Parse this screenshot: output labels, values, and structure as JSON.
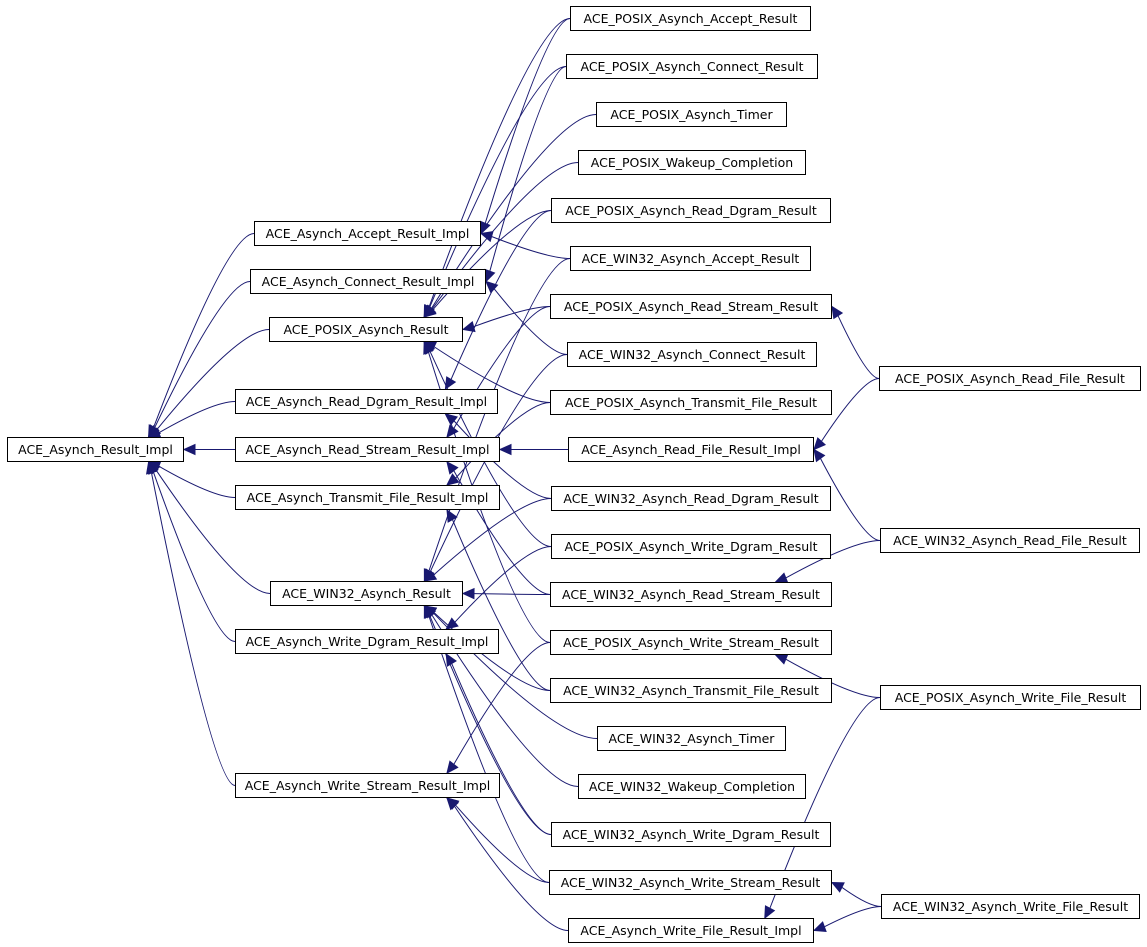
{
  "diagram": {
    "edge_color": "#191970",
    "nodes": [
      {
        "id": "ace_asynch_result_impl",
        "label": "ACE_Asynch_Result_Impl"
      },
      {
        "id": "ace_asynch_accept_result_impl",
        "label": "ACE_Asynch_Accept_Result_Impl"
      },
      {
        "id": "ace_asynch_connect_result_impl",
        "label": "ACE_Asynch_Connect_Result_Impl"
      },
      {
        "id": "ace_posix_asynch_result",
        "label": "ACE_POSIX_Asynch_Result"
      },
      {
        "id": "ace_asynch_read_dgram_result_impl",
        "label": "ACE_Asynch_Read_Dgram_Result_Impl"
      },
      {
        "id": "ace_asynch_read_stream_result_impl",
        "label": "ACE_Asynch_Read_Stream_Result_Impl"
      },
      {
        "id": "ace_asynch_transmit_file_result_impl",
        "label": "ACE_Asynch_Transmit_File_Result_Impl"
      },
      {
        "id": "ace_win32_asynch_result",
        "label": "ACE_WIN32_Asynch_Result"
      },
      {
        "id": "ace_asynch_write_dgram_result_impl",
        "label": "ACE_Asynch_Write_Dgram_Result_Impl"
      },
      {
        "id": "ace_asynch_write_stream_result_impl",
        "label": "ACE_Asynch_Write_Stream_Result_Impl"
      },
      {
        "id": "ace_posix_asynch_accept_result",
        "label": "ACE_POSIX_Asynch_Accept_Result"
      },
      {
        "id": "ace_posix_asynch_connect_result",
        "label": "ACE_POSIX_Asynch_Connect_Result"
      },
      {
        "id": "ace_posix_asynch_timer",
        "label": "ACE_POSIX_Asynch_Timer"
      },
      {
        "id": "ace_posix_wakeup_completion",
        "label": "ACE_POSIX_Wakeup_Completion"
      },
      {
        "id": "ace_posix_asynch_read_dgram_result",
        "label": "ACE_POSIX_Asynch_Read_Dgram_Result"
      },
      {
        "id": "ace_win32_asynch_accept_result",
        "label": "ACE_WIN32_Asynch_Accept_Result"
      },
      {
        "id": "ace_posix_asynch_read_stream_result",
        "label": "ACE_POSIX_Asynch_Read_Stream_Result"
      },
      {
        "id": "ace_win32_asynch_connect_result",
        "label": "ACE_WIN32_Asynch_Connect_Result"
      },
      {
        "id": "ace_posix_asynch_transmit_file_result",
        "label": "ACE_POSIX_Asynch_Transmit_File_Result"
      },
      {
        "id": "ace_asynch_read_file_result_impl",
        "label": "ACE_Asynch_Read_File_Result_Impl"
      },
      {
        "id": "ace_win32_asynch_read_dgram_result",
        "label": "ACE_WIN32_Asynch_Read_Dgram_Result"
      },
      {
        "id": "ace_posix_asynch_write_dgram_result",
        "label": "ACE_POSIX_Asynch_Write_Dgram_Result"
      },
      {
        "id": "ace_win32_asynch_read_stream_result",
        "label": "ACE_WIN32_Asynch_Read_Stream_Result"
      },
      {
        "id": "ace_posix_asynch_write_stream_result",
        "label": "ACE_POSIX_Asynch_Write_Stream_Result"
      },
      {
        "id": "ace_win32_asynch_transmit_file_result",
        "label": "ACE_WIN32_Asynch_Transmit_File_Result"
      },
      {
        "id": "ace_win32_asynch_timer",
        "label": "ACE_WIN32_Asynch_Timer"
      },
      {
        "id": "ace_win32_wakeup_completion",
        "label": "ACE_WIN32_Wakeup_Completion"
      },
      {
        "id": "ace_win32_asynch_write_dgram_result",
        "label": "ACE_WIN32_Asynch_Write_Dgram_Result"
      },
      {
        "id": "ace_win32_asynch_write_stream_result",
        "label": "ACE_WIN32_Asynch_Write_Stream_Result"
      },
      {
        "id": "ace_asynch_write_file_result_impl",
        "label": "ACE_Asynch_Write_File_Result_Impl"
      },
      {
        "id": "ace_posix_asynch_read_file_result",
        "label": "ACE_POSIX_Asynch_Read_File_Result"
      },
      {
        "id": "ace_win32_asynch_read_file_result",
        "label": "ACE_WIN32_Asynch_Read_File_Result"
      },
      {
        "id": "ace_posix_asynch_write_file_result",
        "label": "ACE_POSIX_Asynch_Write_File_Result"
      },
      {
        "id": "ace_win32_asynch_write_file_result",
        "label": "ACE_WIN32_Asynch_Write_File_Result"
      }
    ],
    "edges": [
      {
        "from": "ace_asynch_accept_result_impl",
        "to": "ace_asynch_result_impl"
      },
      {
        "from": "ace_asynch_connect_result_impl",
        "to": "ace_asynch_result_impl"
      },
      {
        "from": "ace_posix_asynch_result",
        "to": "ace_asynch_result_impl"
      },
      {
        "from": "ace_asynch_read_dgram_result_impl",
        "to": "ace_asynch_result_impl"
      },
      {
        "from": "ace_asynch_read_stream_result_impl",
        "to": "ace_asynch_result_impl"
      },
      {
        "from": "ace_asynch_transmit_file_result_impl",
        "to": "ace_asynch_result_impl"
      },
      {
        "from": "ace_win32_asynch_result",
        "to": "ace_asynch_result_impl"
      },
      {
        "from": "ace_asynch_write_dgram_result_impl",
        "to": "ace_asynch_result_impl"
      },
      {
        "from": "ace_asynch_write_stream_result_impl",
        "to": "ace_asynch_result_impl"
      },
      {
        "from": "ace_posix_asynch_accept_result",
        "to": "ace_asynch_accept_result_impl"
      },
      {
        "from": "ace_posix_asynch_accept_result",
        "to": "ace_posix_asynch_result"
      },
      {
        "from": "ace_posix_asynch_connect_result",
        "to": "ace_asynch_connect_result_impl"
      },
      {
        "from": "ace_posix_asynch_connect_result",
        "to": "ace_posix_asynch_result"
      },
      {
        "from": "ace_posix_asynch_timer",
        "to": "ace_posix_asynch_result"
      },
      {
        "from": "ace_posix_wakeup_completion",
        "to": "ace_posix_asynch_result"
      },
      {
        "from": "ace_posix_asynch_read_dgram_result",
        "to": "ace_posix_asynch_result"
      },
      {
        "from": "ace_posix_asynch_read_dgram_result",
        "to": "ace_asynch_read_dgram_result_impl"
      },
      {
        "from": "ace_win32_asynch_accept_result",
        "to": "ace_asynch_accept_result_impl"
      },
      {
        "from": "ace_win32_asynch_accept_result",
        "to": "ace_win32_asynch_result"
      },
      {
        "from": "ace_posix_asynch_read_stream_result",
        "to": "ace_posix_asynch_result"
      },
      {
        "from": "ace_posix_asynch_read_stream_result",
        "to": "ace_asynch_read_stream_result_impl"
      },
      {
        "from": "ace_win32_asynch_connect_result",
        "to": "ace_asynch_connect_result_impl"
      },
      {
        "from": "ace_win32_asynch_connect_result",
        "to": "ace_win32_asynch_result"
      },
      {
        "from": "ace_posix_asynch_transmit_file_result",
        "to": "ace_posix_asynch_result"
      },
      {
        "from": "ace_posix_asynch_transmit_file_result",
        "to": "ace_asynch_transmit_file_result_impl"
      },
      {
        "from": "ace_asynch_read_file_result_impl",
        "to": "ace_asynch_read_stream_result_impl"
      },
      {
        "from": "ace_win32_asynch_read_dgram_result",
        "to": "ace_asynch_read_dgram_result_impl"
      },
      {
        "from": "ace_win32_asynch_read_dgram_result",
        "to": "ace_win32_asynch_result"
      },
      {
        "from": "ace_posix_asynch_write_dgram_result",
        "to": "ace_posix_asynch_result"
      },
      {
        "from": "ace_posix_asynch_write_dgram_result",
        "to": "ace_asynch_write_dgram_result_impl"
      },
      {
        "from": "ace_win32_asynch_read_stream_result",
        "to": "ace_asynch_read_stream_result_impl"
      },
      {
        "from": "ace_win32_asynch_read_stream_result",
        "to": "ace_win32_asynch_result"
      },
      {
        "from": "ace_posix_asynch_write_stream_result",
        "to": "ace_posix_asynch_result"
      },
      {
        "from": "ace_posix_asynch_write_stream_result",
        "to": "ace_asynch_write_stream_result_impl"
      },
      {
        "from": "ace_win32_asynch_transmit_file_result",
        "to": "ace_asynch_transmit_file_result_impl"
      },
      {
        "from": "ace_win32_asynch_transmit_file_result",
        "to": "ace_win32_asynch_result"
      },
      {
        "from": "ace_win32_asynch_timer",
        "to": "ace_win32_asynch_result"
      },
      {
        "from": "ace_win32_wakeup_completion",
        "to": "ace_win32_asynch_result"
      },
      {
        "from": "ace_win32_asynch_write_dgram_result",
        "to": "ace_asynch_write_dgram_result_impl"
      },
      {
        "from": "ace_win32_asynch_write_dgram_result",
        "to": "ace_win32_asynch_result"
      },
      {
        "from": "ace_win32_asynch_write_stream_result",
        "to": "ace_asynch_write_stream_result_impl"
      },
      {
        "from": "ace_win32_asynch_write_stream_result",
        "to": "ace_win32_asynch_result"
      },
      {
        "from": "ace_asynch_write_file_result_impl",
        "to": "ace_asynch_write_stream_result_impl"
      },
      {
        "from": "ace_posix_asynch_read_file_result",
        "to": "ace_posix_asynch_read_stream_result"
      },
      {
        "from": "ace_posix_asynch_read_file_result",
        "to": "ace_asynch_read_file_result_impl"
      },
      {
        "from": "ace_win32_asynch_read_file_result",
        "to": "ace_win32_asynch_read_stream_result"
      },
      {
        "from": "ace_win32_asynch_read_file_result",
        "to": "ace_asynch_read_file_result_impl"
      },
      {
        "from": "ace_posix_asynch_write_file_result",
        "to": "ace_posix_asynch_write_stream_result"
      },
      {
        "from": "ace_posix_asynch_write_file_result",
        "to": "ace_asynch_write_file_result_impl"
      },
      {
        "from": "ace_win32_asynch_write_file_result",
        "to": "ace_win32_asynch_write_stream_result"
      },
      {
        "from": "ace_win32_asynch_write_file_result",
        "to": "ace_asynch_write_file_result_impl"
      }
    ]
  }
}
